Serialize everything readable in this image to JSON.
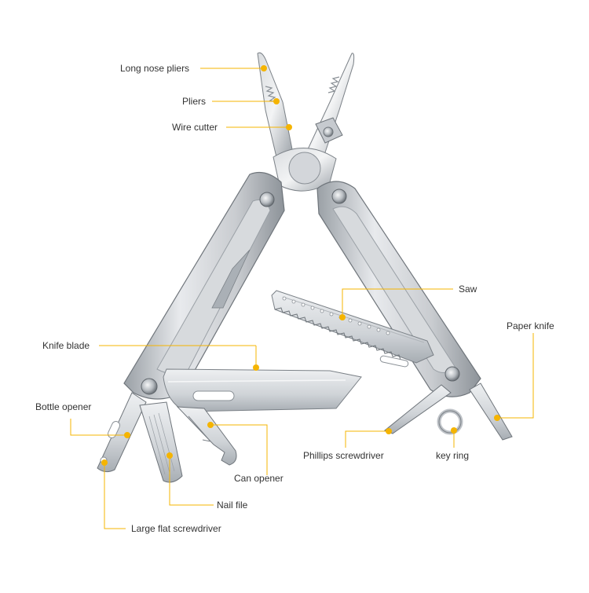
{
  "colors": {
    "background": "#ffffff",
    "accent": "#F5B400",
    "steel_light": "#e4e6e9",
    "steel_mid": "#c4c8cd",
    "steel_dark": "#8e949b",
    "text": "#333333"
  },
  "labels": {
    "long_nose_pliers": "Long nose pliers",
    "pliers": "Pliers",
    "wire_cutter": "Wire cutter",
    "saw": "Saw",
    "paper_knife": "Paper knife",
    "knife_blade": "Knife blade",
    "bottle_opener": "Bottle opener",
    "can_opener": "Can opener",
    "nail_file": "Nail file",
    "large_flat_screwdriver": "Large flat screwdriver",
    "phillips_screwdriver": "Phillips screwdriver",
    "key_ring": "key ring"
  }
}
